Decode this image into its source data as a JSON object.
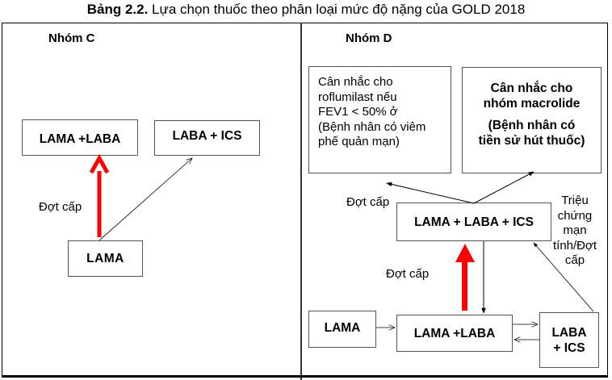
{
  "caption": {
    "number": "Bảng 2.2.",
    "text": " Lựa chọn thuốc theo phân loại mức độ nặng của GOLD 2018"
  },
  "group_c": {
    "title": "Nhóm C",
    "boxes": {
      "lama_laba": "LAMA +LABA",
      "laba_ics": "LABA + ICS",
      "lama": "LAMA"
    },
    "labels": {
      "exacerbation": "Đợt cấp"
    },
    "arrows": [
      {
        "from": "LAMA",
        "to": "LAMA +LABA",
        "style": "thick-red"
      },
      {
        "from": "LAMA",
        "to": "LABA + ICS",
        "style": "thin-black"
      }
    ]
  },
  "group_d": {
    "title": "Nhóm D",
    "boxes": {
      "roflumilast": [
        "Cân nhắc cho",
        "roflumilast nếu",
        "FEV1 < 50% ở",
        "(Bệnh nhân có viêm",
        "phế quản mạn)"
      ],
      "macrolide": {
        "line1": "Cân nhắc cho",
        "line2": "nhóm macrolide",
        "line3": "(Bệnh nhân có",
        "line4": "tiền sử hút thuốc)"
      },
      "triple": "LAMA + LABA + ICS",
      "lama": "LAMA",
      "lama_laba": "LAMA +LABA",
      "laba_ics_line1": "LABA",
      "laba_ics_line2": "+ ICS"
    },
    "labels": {
      "exacerbation_top": "Đợt cấp",
      "exacerbation_mid": "Đợt cấp",
      "persistent_symptoms": [
        "Triệu",
        "chứng",
        "mạn",
        "tính/Đợt",
        "cấp"
      ]
    },
    "arrows": [
      {
        "from": "LAMA + LABA + ICS",
        "to": "roflumilast",
        "style": "thin-black"
      },
      {
        "from": "LAMA + LABA + ICS",
        "to": "macrolide",
        "style": "thin-black"
      },
      {
        "from": "LAMA +LABA",
        "to": "LAMA + LABA + ICS",
        "style": "thick-red"
      },
      {
        "from": "LAMA + LABA + ICS",
        "to": "LAMA +LABA",
        "style": "thin-black"
      },
      {
        "from": "LAMA",
        "to": "LAMA +LABA",
        "style": "thin-open"
      },
      {
        "from": "LAMA +LABA",
        "to": "LABA + ICS",
        "style": "thin-open"
      },
      {
        "from": "LABA + ICS",
        "to": "LAMA +LABA",
        "style": "thin-open"
      },
      {
        "from": "LABA + ICS",
        "to": "LAMA + LABA + ICS",
        "style": "thin-black"
      }
    ]
  },
  "colors": {
    "escalation_arrow": "#ff0000",
    "line": "#000000",
    "box_border": "#555555"
  }
}
